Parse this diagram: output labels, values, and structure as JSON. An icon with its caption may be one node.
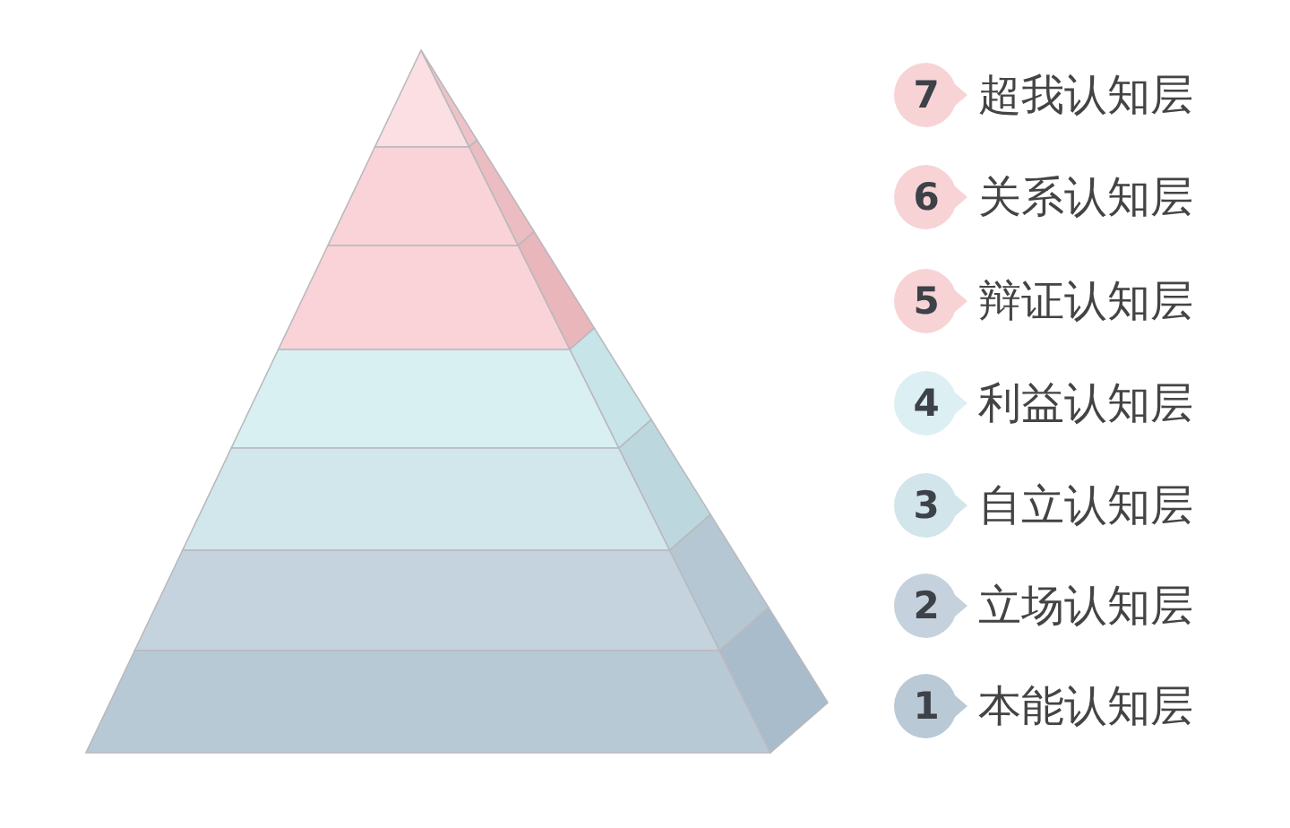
{
  "diagram": {
    "nodes": [
      {
        "text": [
          "7"
        ],
        "beside": [
          "超我认知层"
        ]
      },
      {
        "text": [
          "6"
        ],
        "beside": [
          "关系认知层"
        ]
      },
      {
        "text": [
          "5"
        ],
        "beside": [
          "辩证认知层"
        ]
      },
      {
        "text": [
          "4"
        ],
        "beside": [
          "利益认知层"
        ]
      },
      {
        "text": [
          "3"
        ],
        "beside": [
          "自立认知层"
        ]
      },
      {
        "text": [
          "2"
        ],
        "beside": [
          "立场认知层"
        ]
      },
      {
        "text": [
          "1"
        ],
        "beside": [
          "本能认知层"
        ]
      }
    ]
  }
}
